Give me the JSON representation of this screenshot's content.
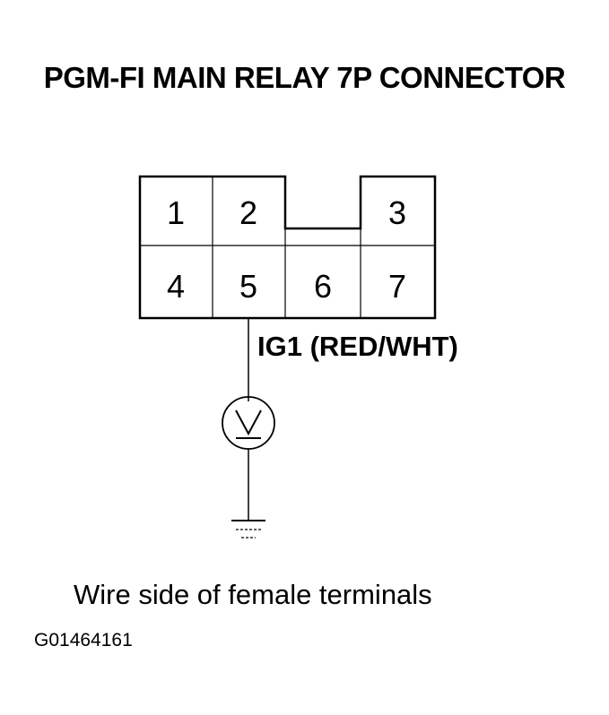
{
  "title": "PGM-FI MAIN RELAY 7P CONNECTOR",
  "connector": {
    "pins": [
      "1",
      "2",
      "3",
      "4",
      "5",
      "6",
      "7"
    ]
  },
  "wire": {
    "label": "IG1 (RED/WHT)"
  },
  "meter": {
    "symbol": "V"
  },
  "caption": "Wire side of female terminals",
  "figure_code": "G01464161"
}
